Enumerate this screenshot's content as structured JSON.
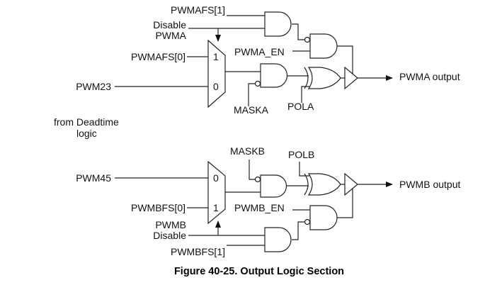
{
  "figure": {
    "caption": "Figure 40-25. Output Logic Section",
    "side_note_line1": "from Deadtime",
    "side_note_line2": "logic"
  },
  "channel_a": {
    "sel_high": "PWMAFS[1]",
    "disable_line1": "Disable",
    "disable_line2": "PWMA",
    "sel_low": "PWMAFS[0]",
    "input": "PWM23",
    "enable": "PWMA_EN",
    "mask": "MASKA",
    "polarity": "POLA",
    "output": "PWMA output",
    "mux_pin_top": "1",
    "mux_pin_bottom": "0"
  },
  "channel_b": {
    "sel_high": "PWMBFS[1]",
    "disable_line1": "PWMB",
    "disable_line2": "Disable",
    "sel_low": "PWMBFS[0]",
    "input": "PWM45",
    "enable": "PWMB_EN",
    "mask": "MASKB",
    "polarity": "POLB",
    "output": "PWMB output",
    "mux_pin_top": "0",
    "mux_pin_bottom": "1"
  }
}
